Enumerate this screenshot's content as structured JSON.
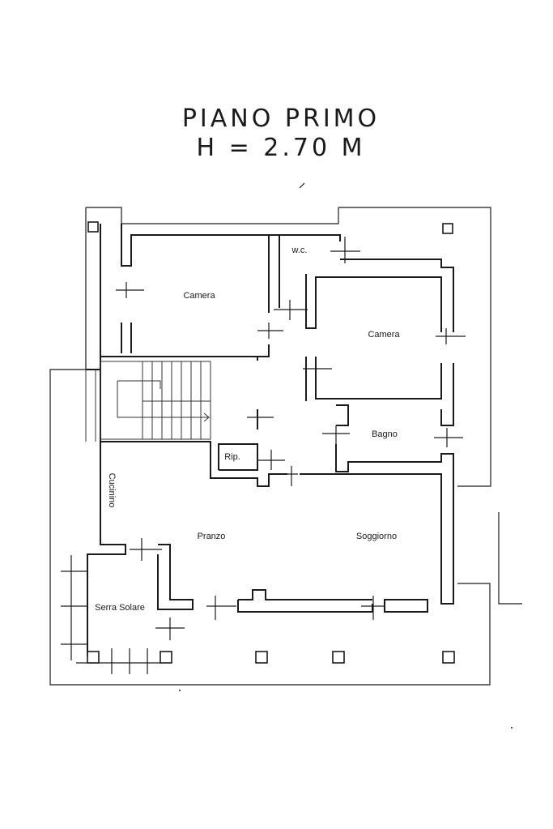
{
  "plan": {
    "title_line1": "PIANO PRIMO",
    "title_line2": "H = 2.70 M",
    "rooms": {
      "camera_left": "Camera",
      "wc": "w.c.",
      "camera_right": "Camera",
      "bagno": "Bagno",
      "rip": "Rip.",
      "cucinino": "Cucinino",
      "pranzo": "Pranzo",
      "soggiorno": "Soggiorno",
      "serra": "Serra Solare"
    },
    "colors": {
      "ink": "#1a1a1a",
      "paper": "#ffffff"
    }
  }
}
